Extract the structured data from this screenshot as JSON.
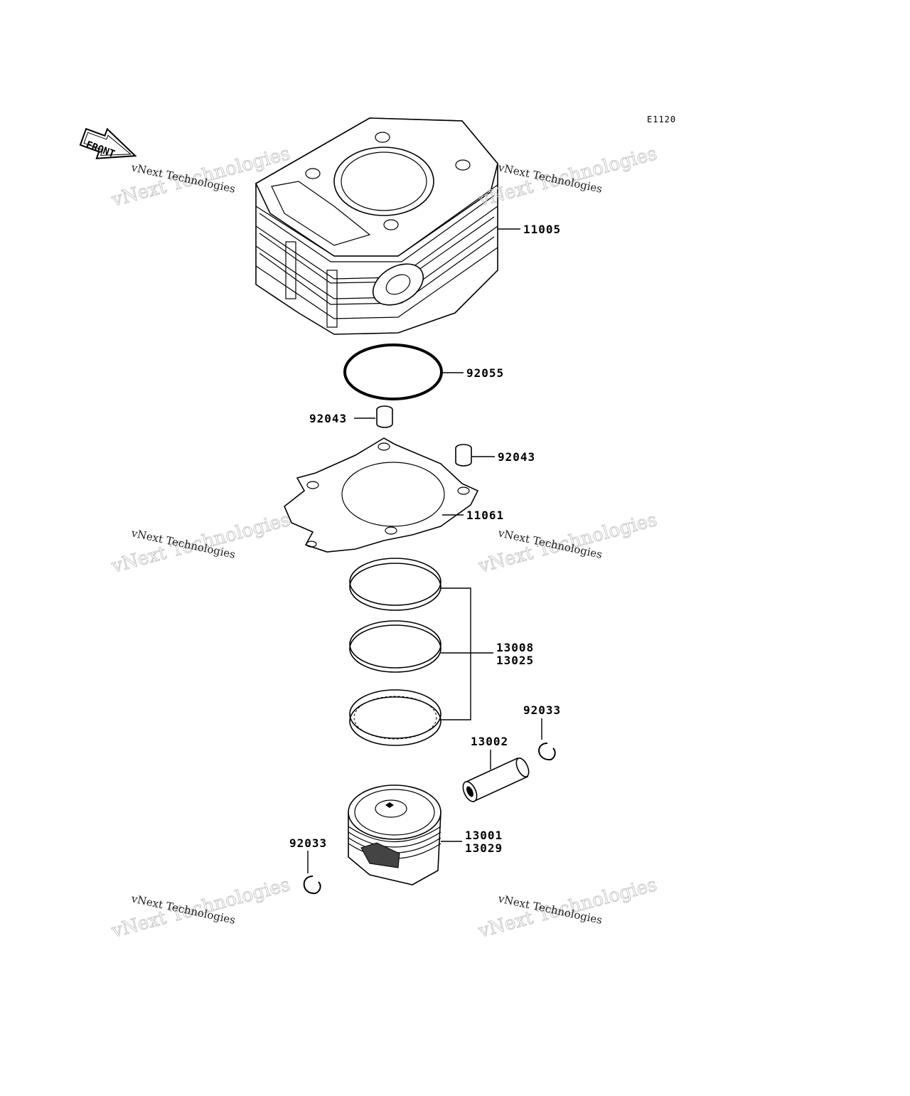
{
  "diagram": {
    "code": "E1120",
    "front_label": "FRONT",
    "watermark_small": "vNext Technologies",
    "watermark_big": "vNext Technologies",
    "parts": {
      "cylinder": "11005",
      "o_ring": "92055",
      "dowel_pin_left": "92043",
      "dowel_pin_right": "92043",
      "cylinder_gasket": "11061",
      "piston_rings_a": "13008",
      "piston_rings_b": "13025",
      "piston_pin_clip_right": "92033",
      "piston_pin": "13002",
      "piston_a": "13001",
      "piston_b": "13029",
      "piston_pin_clip_left": "92033"
    }
  }
}
